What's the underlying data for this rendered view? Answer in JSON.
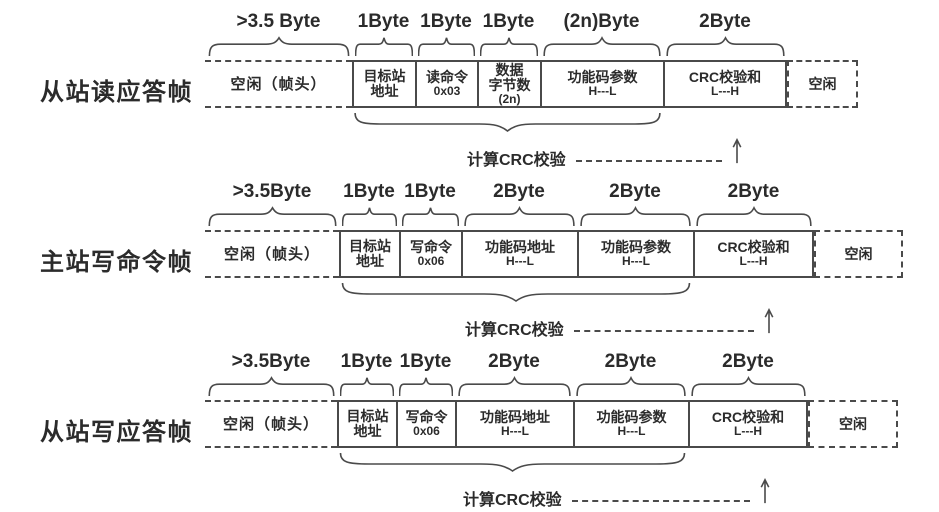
{
  "colors": {
    "line": "#4a4a4a",
    "text": "#2b2b2b",
    "background": "#ffffff"
  },
  "frames": [
    {
      "name": "从站读应答帧",
      "crc_note": "计算CRC校验",
      "fields": [
        {
          "size": ">3.5 Byte",
          "label": "空闲（帧头）",
          "sub": ""
        },
        {
          "size": "1Byte",
          "label": "目标站\n地址",
          "sub": ""
        },
        {
          "size": "1Byte",
          "label": "读命令",
          "sub": "0x03"
        },
        {
          "size": "1Byte",
          "label": "数据\n字节数",
          "sub": "(2n)"
        },
        {
          "size": "(2n)Byte",
          "label": "功能码参数",
          "sub": "H---L"
        },
        {
          "size": "2Byte",
          "label": "CRC校验和",
          "sub": "L---H"
        },
        {
          "size": "",
          "label": "空闲",
          "sub": ""
        }
      ]
    },
    {
      "name": "主站写命令帧",
      "crc_note": "计算CRC校验",
      "fields": [
        {
          "size": ">3.5Byte",
          "label": "空闲（帧头）",
          "sub": ""
        },
        {
          "size": "1Byte",
          "label": "目标站\n地址",
          "sub": ""
        },
        {
          "size": "1Byte",
          "label": "写命令",
          "sub": "0x06"
        },
        {
          "size": "2Byte",
          "label": "功能码地址",
          "sub": "H---L"
        },
        {
          "size": "2Byte",
          "label": "功能码参数",
          "sub": "H---L"
        },
        {
          "size": "2Byte",
          "label": "CRC校验和",
          "sub": "L---H"
        },
        {
          "size": "",
          "label": "空闲",
          "sub": ""
        }
      ]
    },
    {
      "name": "从站写应答帧",
      "crc_note": "计算CRC校验",
      "fields": [
        {
          "size": ">3.5Byte",
          "label": "空闲（帧头）",
          "sub": ""
        },
        {
          "size": "1Byte",
          "label": "目标站\n地址",
          "sub": ""
        },
        {
          "size": "1Byte",
          "label": "写命令",
          "sub": "0x06"
        },
        {
          "size": "2Byte",
          "label": "功能码地址",
          "sub": "H---L"
        },
        {
          "size": "2Byte",
          "label": "功能码参数",
          "sub": "H---L"
        },
        {
          "size": "2Byte",
          "label": "CRC校验和",
          "sub": "L---H"
        },
        {
          "size": "",
          "label": "空闲",
          "sub": ""
        }
      ]
    }
  ]
}
